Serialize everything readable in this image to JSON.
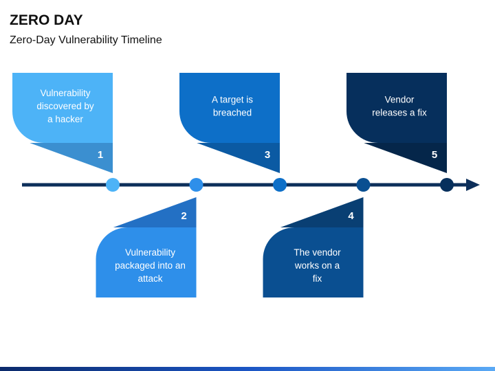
{
  "title": "ZERO DAY",
  "subtitle": "Zero-Day Vulnerability Timeline",
  "steps": [
    {
      "number": "1",
      "lines": [
        "Vulnerability",
        "discovered by",
        "a hacker"
      ],
      "color": "#4DB3F7",
      "tab_color": "#3B8FD0",
      "dot_color": "#4DB3F7"
    },
    {
      "number": "2",
      "lines": [
        "Vulnerability",
        "packaged into an",
        "attack"
      ],
      "color": "#2E8FEA",
      "tab_color": "#2370C4",
      "dot_color": "#2E8FEA"
    },
    {
      "number": "3",
      "lines": [
        "A target is",
        "breached"
      ],
      "color": "#0D6FC8",
      "tab_color": "#0B5AA3",
      "dot_color": "#0D6FC8"
    },
    {
      "number": "4",
      "lines": [
        "The vendor",
        "works on a",
        "fix"
      ],
      "color": "#0A4F91",
      "tab_color": "#093F73",
      "dot_color": "#0A4F91"
    },
    {
      "number": "5",
      "lines": [
        "Vendor",
        "releases a fix"
      ],
      "color": "#062F5C",
      "tab_color": "#05264A",
      "dot_color": "#062F5C"
    }
  ],
  "colors": {
    "timeline": "#0D2F5A",
    "title": "#111111"
  }
}
